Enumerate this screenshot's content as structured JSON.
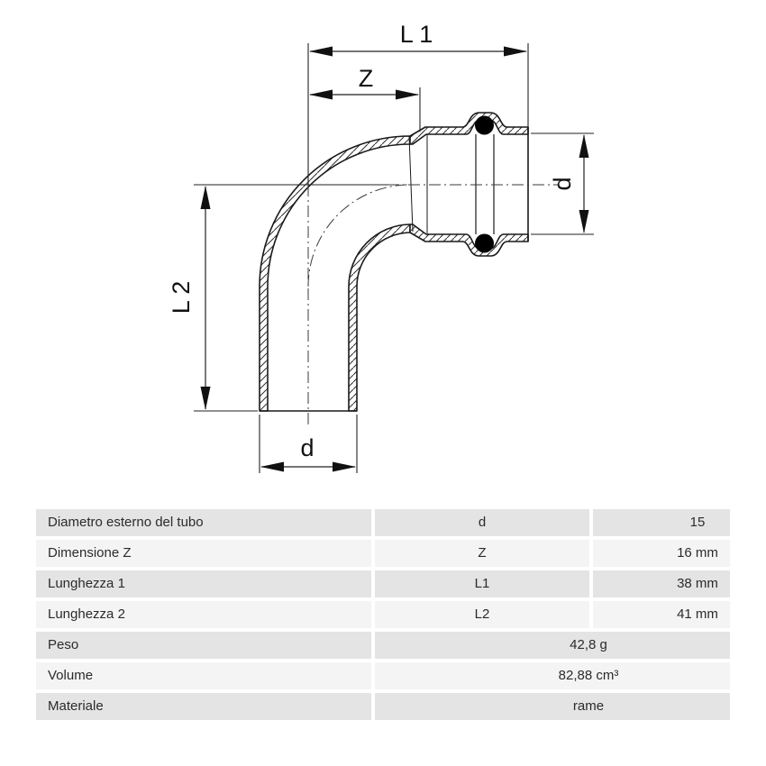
{
  "colors": {
    "drawing_line": "#1a1a1a",
    "oring": "#000000",
    "table_row_dark": "#e4e4e4",
    "table_row_light": "#f4f4f4",
    "table_text": "#2b2b2b"
  },
  "diagram": {
    "labels": {
      "l1": "L 1",
      "z": "Z",
      "d_socket": "d",
      "l2": "L 2",
      "d_tube": "d"
    }
  },
  "table": {
    "rows": [
      {
        "label": "Diametro esterno del tubo",
        "symbol": "d",
        "value": "15"
      },
      {
        "label": "Dimensione Z",
        "symbol": "Z",
        "value": "16 mm"
      },
      {
        "label": "Lunghezza 1",
        "symbol": "L1",
        "value": "38 mm"
      },
      {
        "label": "Lunghezza 2",
        "symbol": "L2",
        "value": "41 mm"
      },
      {
        "label": "Peso",
        "value": "42,8 g"
      },
      {
        "label": "Volume",
        "value": "82,88 cm³"
      },
      {
        "label": "Materiale",
        "value": "rame"
      }
    ]
  }
}
